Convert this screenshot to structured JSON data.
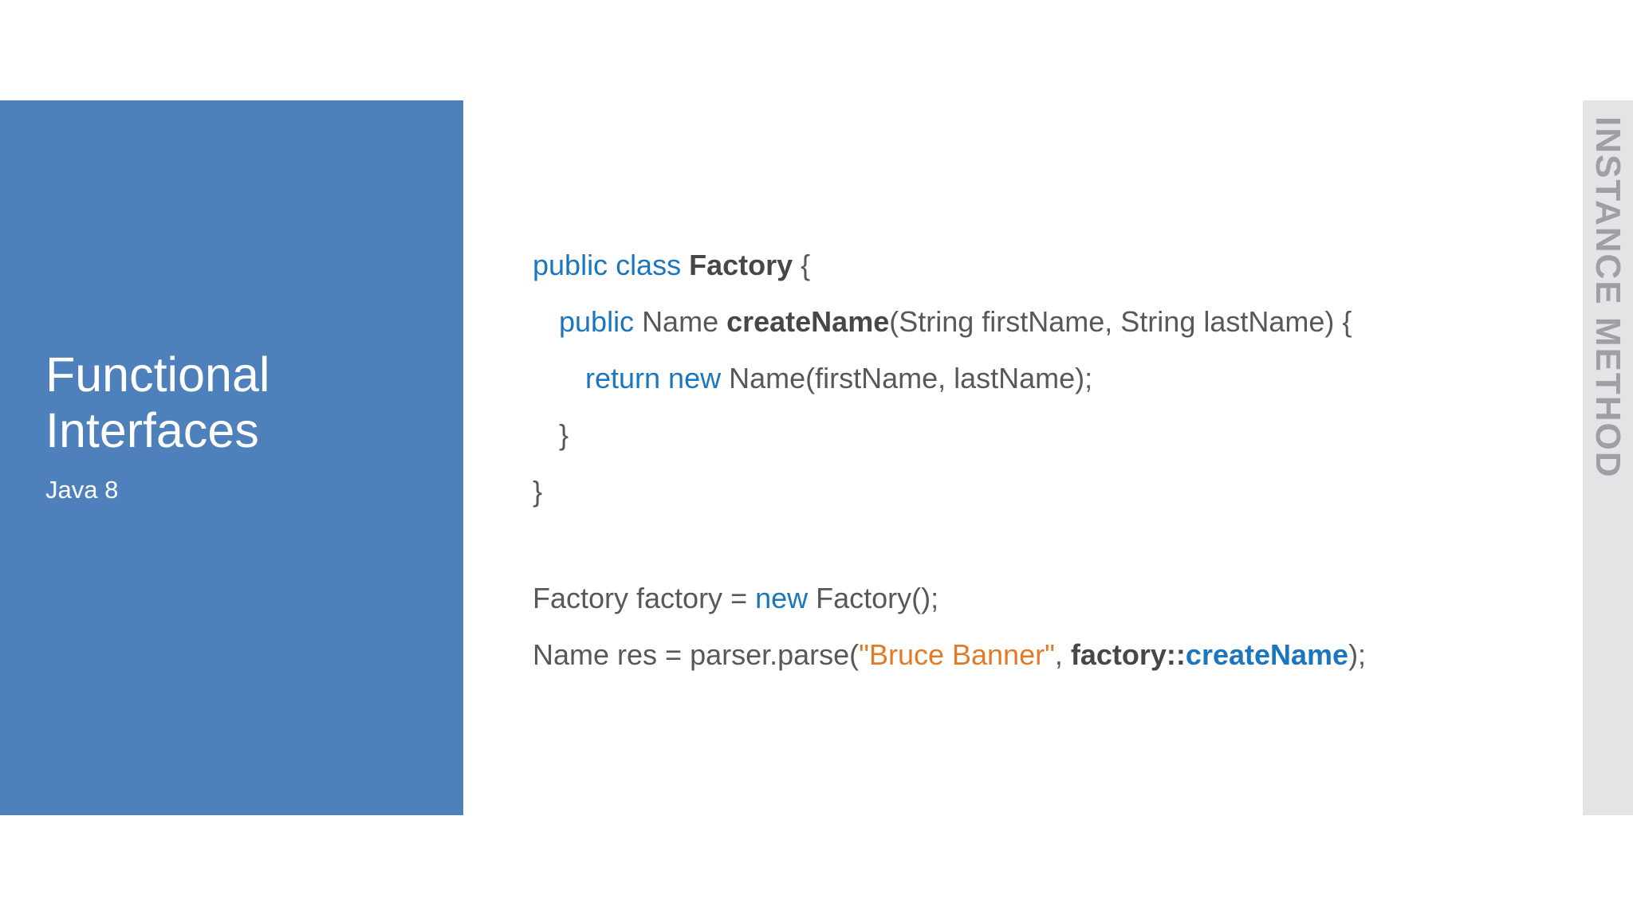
{
  "slide": {
    "background": "#ffffff",
    "left_panel": {
      "title_line1": "Functional",
      "title_line2": "Interfaces",
      "subtitle": "Java 8",
      "bg_color": "#4e80bc",
      "text_color": "#ffffff"
    },
    "side_tab": {
      "label": "INSTANCE METHOD",
      "bg_color": "#e4e3e5",
      "text_color": "#9ea0a3"
    },
    "code_colors": {
      "keyword": "#1b76bd",
      "plain": "#58585a",
      "member": "#47474a",
      "string": "#e07b26"
    },
    "code_block_1": {
      "lines": [
        {
          "indent": 0,
          "tokens": [
            {
              "text": "public class ",
              "style": "keyword"
            },
            {
              "text": "Factory ",
              "style": "member"
            },
            {
              "text": "{",
              "style": "plain"
            }
          ]
        },
        {
          "indent": 1,
          "tokens": [
            {
              "text": "public ",
              "style": "keyword"
            },
            {
              "text": "Name ",
              "style": "plain"
            },
            {
              "text": "createName",
              "style": "member"
            },
            {
              "text": "(String firstName, String lastName) {",
              "style": "plain"
            }
          ]
        },
        {
          "indent": 2,
          "tokens": [
            {
              "text": "return new ",
              "style": "keyword"
            },
            {
              "text": "Name(firstName, lastName);",
              "style": "plain"
            }
          ]
        },
        {
          "indent": 1,
          "tokens": [
            {
              "text": "}",
              "style": "plain"
            }
          ]
        },
        {
          "indent": 0,
          "tokens": [
            {
              "text": "}",
              "style": "plain"
            }
          ]
        }
      ]
    },
    "code_block_2": {
      "lines": [
        {
          "indent": 0,
          "tokens": [
            {
              "text": "Factory factory = ",
              "style": "plain"
            },
            {
              "text": "new ",
              "style": "keyword"
            },
            {
              "text": "Factory();",
              "style": "plain"
            }
          ]
        },
        {
          "indent": 0,
          "tokens": [
            {
              "text": "Name res = parser.parse(",
              "style": "plain"
            },
            {
              "text": "\"Bruce Banner\"",
              "style": "string"
            },
            {
              "text": ", ",
              "style": "plain"
            },
            {
              "text": "factory::",
              "style": "member"
            },
            {
              "text": "createName",
              "style": "keyword-bold"
            },
            {
              "text": ");",
              "style": "plain"
            }
          ]
        }
      ]
    }
  }
}
